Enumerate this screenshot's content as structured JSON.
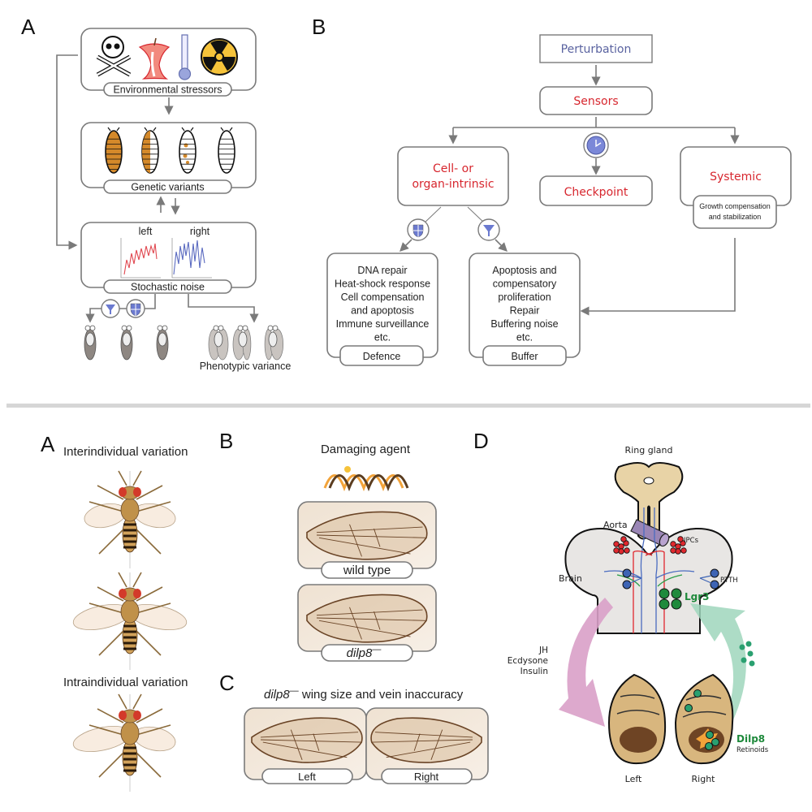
{
  "top_figure": {
    "panel_a": {
      "letter": "A",
      "stressors_icons": [
        "skull-crossbones-icon",
        "apple-core-icon",
        "thermometer-icon",
        "radiation-icon"
      ],
      "stressors_label": "Environmental stressors",
      "genetic_label": "Genetic variants",
      "noise_left_label": "left",
      "noise_right_label": "right",
      "noise_label": "Stochastic noise",
      "filter_icons": [
        "funnel-icon",
        "shield-icon"
      ],
      "phenotype_label": "Phenotypic variance"
    },
    "panel_b": {
      "letter": "B",
      "perturbation": "Perturbation",
      "sensors": "Sensors",
      "cell_intrinsic_line1": "Cell- or",
      "cell_intrinsic_line2": "organ-intrinsic",
      "checkpoint": "Checkpoint",
      "systemic": "Systemic",
      "systemic_sub_line1": "Growth compensation",
      "systemic_sub_line2": "and stabilization",
      "defence_items": [
        "DNA repair",
        "Heat-shock response",
        "Cell compensation",
        "and apoptosis",
        "Immune surveillance",
        "etc."
      ],
      "defence_label": "Defence",
      "buffer_items": [
        "Apoptosis and",
        "compensatory",
        "proliferation",
        "Repair",
        "Buffering noise",
        "etc."
      ],
      "buffer_label": "Buffer"
    }
  },
  "bottom_figure": {
    "panel_a": {
      "letter": "A",
      "inter_label": "Interindividual variation",
      "intra_label": "Intraindividual variation"
    },
    "panel_b": {
      "letter": "B",
      "agent_label": "Damaging agent",
      "wildtype_label": "wild type",
      "mutant_label": "dilp8",
      "mutant_sup": "—"
    },
    "panel_c": {
      "letter": "C",
      "title_gene": "dilp8",
      "title_sup": "—",
      "title_rest": " wing size and vein inaccuracy",
      "left_label": "Left",
      "right_label": "Right"
    },
    "panel_d": {
      "letter": "D",
      "ring_gland": "Ring gland",
      "aorta": "Aorta",
      "ipcs": "IPCs",
      "brain": "Brain",
      "ptth": "PTTH",
      "lgr3": "Lgr3",
      "hormones": [
        "JH",
        "Ecdysone",
        "Insulin"
      ],
      "dilp8": "Dilp8",
      "retinoids": "Retinoids",
      "left_disc": "Left",
      "right_disc": "Right"
    }
  },
  "colors": {
    "red_text": "#d7262e",
    "blue_text": "#5a63a0",
    "orange": "#d4892a",
    "fly_brown": "#b98a4a",
    "green": "#1f8a3c",
    "pink_arrow": "#d9a0c8",
    "mint_arrow": "#9fd6bc",
    "divider": "#d6d6d6"
  }
}
